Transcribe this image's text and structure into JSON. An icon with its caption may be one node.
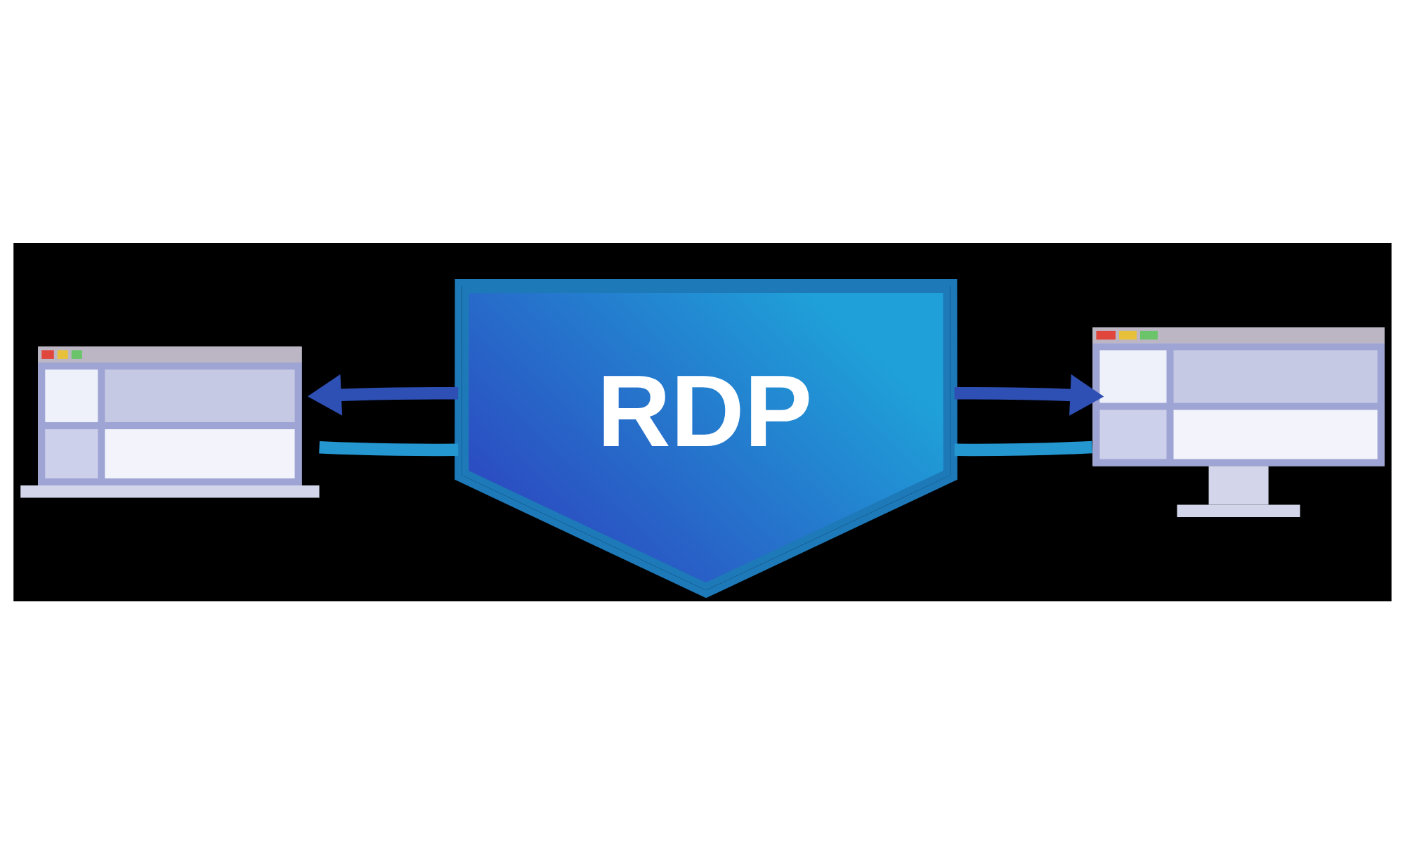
{
  "diagram": {
    "nodes": [
      {
        "text": [],
        "shape": "picture"
      },
      {
        "text": [
          "RDP"
        ]
      },
      {
        "text": [],
        "shape": "picture"
      }
    ],
    "edges": [
      {
        "from": 1,
        "to": 0,
        "arrow": "to",
        "color": "#2e4fb3"
      },
      {
        "from": 0,
        "to": 1,
        "arrow": "none",
        "color": "#2496d0"
      },
      {
        "from": 1,
        "to": 2,
        "arrow": "none",
        "color": "#2496d0"
      },
      {
        "from": 1,
        "to": 2,
        "arrow": "to",
        "color": "#2e4fb3"
      }
    ]
  }
}
